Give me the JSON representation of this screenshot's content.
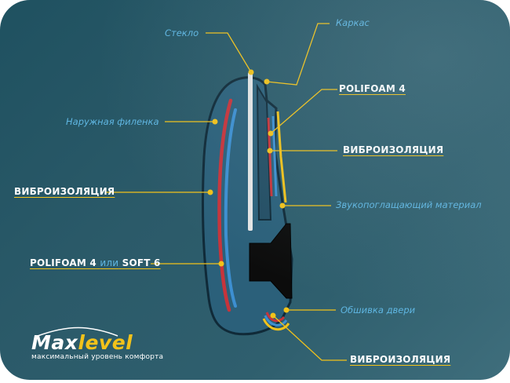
{
  "colors": {
    "label_blue": "#5fb6e2",
    "accent_yellow": "#f2c21a",
    "frame_fill": "#2b607a",
    "insulation_red": "#c7343b",
    "foam_blue": "#3d8fd1",
    "glass": "#e6e6e6"
  },
  "labels": {
    "glass": "Стекло",
    "frame": "Каркас",
    "outer_panel": "Наружная филенка",
    "polifoam_right": "POLIFOAM 4",
    "vibro_right": "ВИБРОИЗОЛЯЦИЯ",
    "vibro_left": "ВИБРОИЗОЛЯЦИЯ",
    "sound_absorbing": "Звукопоглащающий материал",
    "polifoam_left": "POLIFOAM 4",
    "or_word": "или",
    "soft6": "SOFT 6",
    "door_trim": "Обшивка двери",
    "vibro_bottom": "ВИБРОИЗОЛЯЦИЯ"
  },
  "logo": {
    "part_white": "Max",
    "part_yellow": "level",
    "tagline": "максимальный уровень комфорта",
    "icon": "car-silhouette-icon"
  }
}
